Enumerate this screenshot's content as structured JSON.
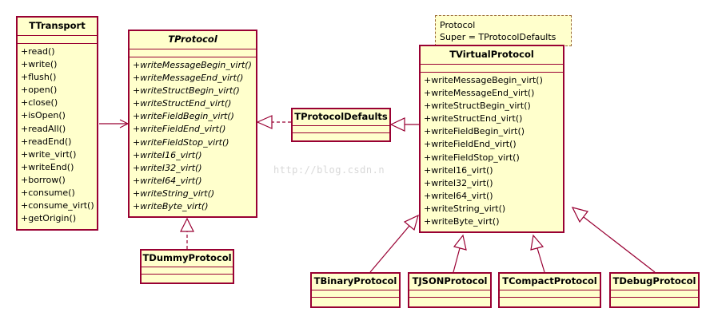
{
  "classes": {
    "ttransport": {
      "name": "TTransport",
      "ops": [
        "+read()",
        "+write()",
        "+flush()",
        "+open()",
        "+close()",
        "+isOpen()",
        "+readAll()",
        "+readEnd()",
        "+write_virt()",
        "+writeEnd()",
        "+borrow()",
        "+consume()",
        "+consume_virt()",
        "+getOrigin()"
      ]
    },
    "tprotocol": {
      "name": "TProtocol",
      "ops": [
        "+writeMessageBegin_virt()",
        "+writeMessageEnd_virt()",
        "+writeStructBegin_virt()",
        "+writeStructEnd_virt()",
        "+writeFieldBegin_virt()",
        "+writeFieldEnd_virt()",
        "+writeFieldStop_virt()",
        "+writeI16_virt()",
        "+writeI32_virt()",
        "+writeI64_virt()",
        "+writeString_virt()",
        "+writeByte_virt()"
      ]
    },
    "tprotocoldefaults": {
      "name": "TProtocolDefaults"
    },
    "tvirtualprotocol": {
      "name": "TVirtualProtocol",
      "ops": [
        "+writeMessageBegin_virt()",
        "+writeMessageEnd_virt()",
        "+writeStructBegin_virt()",
        "+writeStructEnd_virt()",
        "+writeFieldBegin_virt()",
        "+writeFieldEnd_virt()",
        "+writeFieldStop_virt()",
        "+writeI16_virt()",
        "+writeI32_virt()",
        "+writeI64_virt()",
        "+writeString_virt()",
        "+writeByte_virt()"
      ]
    },
    "tdummyprotocol": {
      "name": "TDummyProtocol"
    },
    "tbinaryprotocol": {
      "name": "TBinaryProtocol"
    },
    "tjsonprotocol": {
      "name": "TJSONProtocol"
    },
    "tcompactprotocol": {
      "name": "TCompactProtocol"
    },
    "tdebugprotocol": {
      "name": "TDebugProtocol"
    }
  },
  "note": {
    "lines": [
      "Protocol",
      "Super = TProtocolDefaults"
    ]
  },
  "watermark": "http://blog.csdn.n",
  "colors": {
    "box_fill": "#ffffcc",
    "box_border": "#990033",
    "connector": "#990033",
    "note_border": "#996633"
  }
}
